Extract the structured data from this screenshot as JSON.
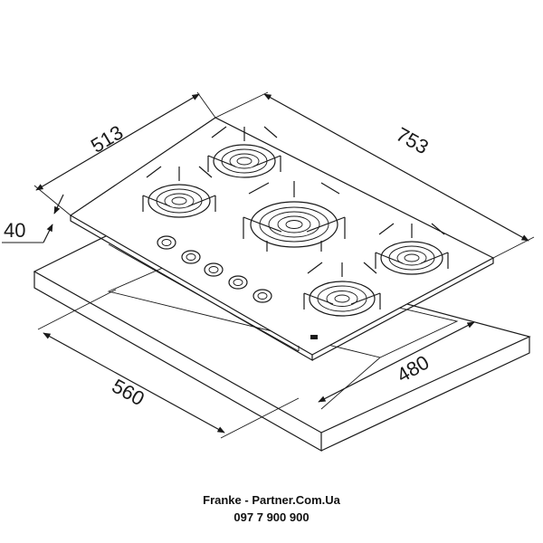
{
  "dimensions": {
    "depth": "513",
    "width": "753",
    "thickness": "40",
    "cutout_depth": "560",
    "cutout_width": "480"
  },
  "footer": {
    "brand_line": "Franke - Partner.Com.Ua",
    "phone": "097 7 900 900"
  },
  "colors": {
    "line": "#1a1a1a",
    "background": "#ffffff"
  }
}
